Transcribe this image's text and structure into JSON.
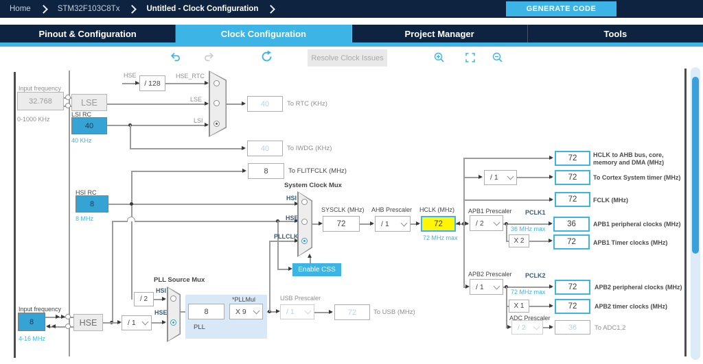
{
  "chrome": {
    "breadcrumb": [
      "Home",
      "STM32F103C8Tx",
      "Untitled - Clock Configuration"
    ],
    "generate_code": "GENERATE CODE",
    "tabs": [
      "Pinout & Configuration",
      "Clock Configuration",
      "Project Manager",
      "Tools"
    ],
    "active_tab": "Clock Configuration",
    "toolbar": {
      "resolve": "Resolve Clock Issues"
    }
  },
  "colors": {
    "accent": "#3cb4e6",
    "navy": "#0d2340",
    "input_blue": "#35a4d5",
    "hclk_highlight": "#fff600"
  },
  "tree": {
    "lse": {
      "title": "Input frequency",
      "value": "32.768",
      "range": "0-1000 KHz",
      "box": "LSE"
    },
    "lsi": {
      "label": "LSI RC",
      "value": "40",
      "freq": "40 KHz"
    },
    "rtc_path": {
      "hse": "HSE",
      "div": "/ 128",
      "hse_rtc": "HSE_RTC",
      "lse": "LSE",
      "lsi": "LSI"
    },
    "rtc": {
      "value": "40",
      "label": "To RTC (KHz)"
    },
    "iwdg": {
      "value": "40",
      "label": "To IWDG (KHz)"
    },
    "flitf": {
      "value": "8",
      "label": "To FLITFCLK (MHz)"
    },
    "hsi": {
      "label": "HSI RC",
      "value": "8",
      "freq": "8 MHz"
    },
    "sysmux": {
      "title": "System Clock Mux",
      "in1": "HSI",
      "in2": "HSE",
      "in3": "PLLCLK"
    },
    "css": "Enable CSS",
    "sysclk": {
      "label": "SYSCLK (MHz)",
      "value": "72"
    },
    "ahb": {
      "label": "AHB Prescaler",
      "value": "/ 1"
    },
    "hclk": {
      "label": "HCLK (MHz)",
      "value": "72",
      "max": "72 MHz max"
    },
    "ahb_out": {
      "value": "72",
      "label1": "HCLK to AHB bus, core,",
      "label2": "memory and DMA (MHz)"
    },
    "cortex": {
      "div": "/ 1",
      "value": "72",
      "label": "To Cortex System timer (MHz)"
    },
    "fclk": {
      "value": "72",
      "label": "FCLK (MHz)"
    },
    "apb1": {
      "label": "APB1 Prescaler",
      "div": "/ 2",
      "pclk": "PCLK1",
      "max": "36 MHz max",
      "periph": "36",
      "periph_label": "APB1 peripheral clocks (MHz)",
      "mult": "X 2",
      "timer": "72",
      "timer_label": "APB1 Timer clocks (MHz)"
    },
    "apb2": {
      "label": "APB2 Prescaler",
      "div": "/ 1",
      "pclk": "PCLK2",
      "max": "72 MHz max",
      "periph": "72",
      "periph_label": "APB2 peripheral clocks (MHz)",
      "mult": "X 1",
      "timer": "72",
      "timer_label": "APB2 timer clocks (MHz)"
    },
    "adc": {
      "label": "ADC Prescaler",
      "div": "/ 2",
      "value": "36",
      "out": "To ADC1,2"
    },
    "pllmux": {
      "title": "PLL Source Mux",
      "hsi_div": "/ 2",
      "hsi": "HSI",
      "hse_div": "/ 1",
      "hse": "HSE"
    },
    "pll": {
      "value": "8",
      "mul_label": "*PLLMul",
      "mul": "X 9",
      "name": "PLL"
    },
    "usb": {
      "label": "USB Prescaler",
      "div": "/ 1",
      "value": "72",
      "out": "To USB (MHz)"
    },
    "hse": {
      "title": "Input frequency",
      "value": "8",
      "range": "4-16 MHz",
      "box": "HSE"
    }
  }
}
